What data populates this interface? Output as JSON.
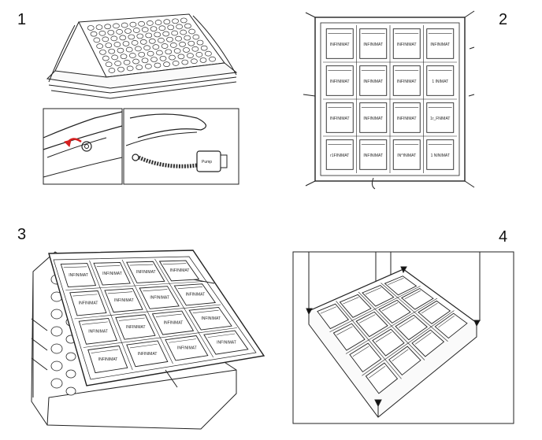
{
  "steps": [
    {
      "number": "1"
    },
    {
      "number": "2"
    },
    {
      "number": "3"
    },
    {
      "number": "4"
    }
  ],
  "step2_pouch_labels": [
    "INFINIMAT",
    "INFINIMAT",
    "INFINIMAT",
    "INFINIMAT",
    "INFINIMAT",
    "INFINIMAT",
    "INFINIMAT",
    "1 INIMAT",
    "INFINIMAT",
    "INFINIMAT",
    "INFINIMAT",
    "1r_FNIMAT",
    "r1FINIMAT",
    "INFINIMAT",
    "IN^INIMAT",
    "1 NINIMAT"
  ],
  "step3_pouch_labels": [
    "INFINIMAT",
    "INFINIMAT",
    "INFINIMAT",
    "INFINIMAT",
    "INFINIMAT",
    "INFINIMAT",
    "INFINIMAT",
    "INFINIMAT",
    "INFINIMAT",
    "INFINIMAT",
    "INFINIMAT",
    "INFINIMAT",
    "INFINIMAT",
    "INFINIMAT",
    "INFINIMAT",
    "INFINIMAT"
  ],
  "pump_label": "Pump",
  "colors": {
    "arrow": "#d62020",
    "line": "#222222"
  }
}
